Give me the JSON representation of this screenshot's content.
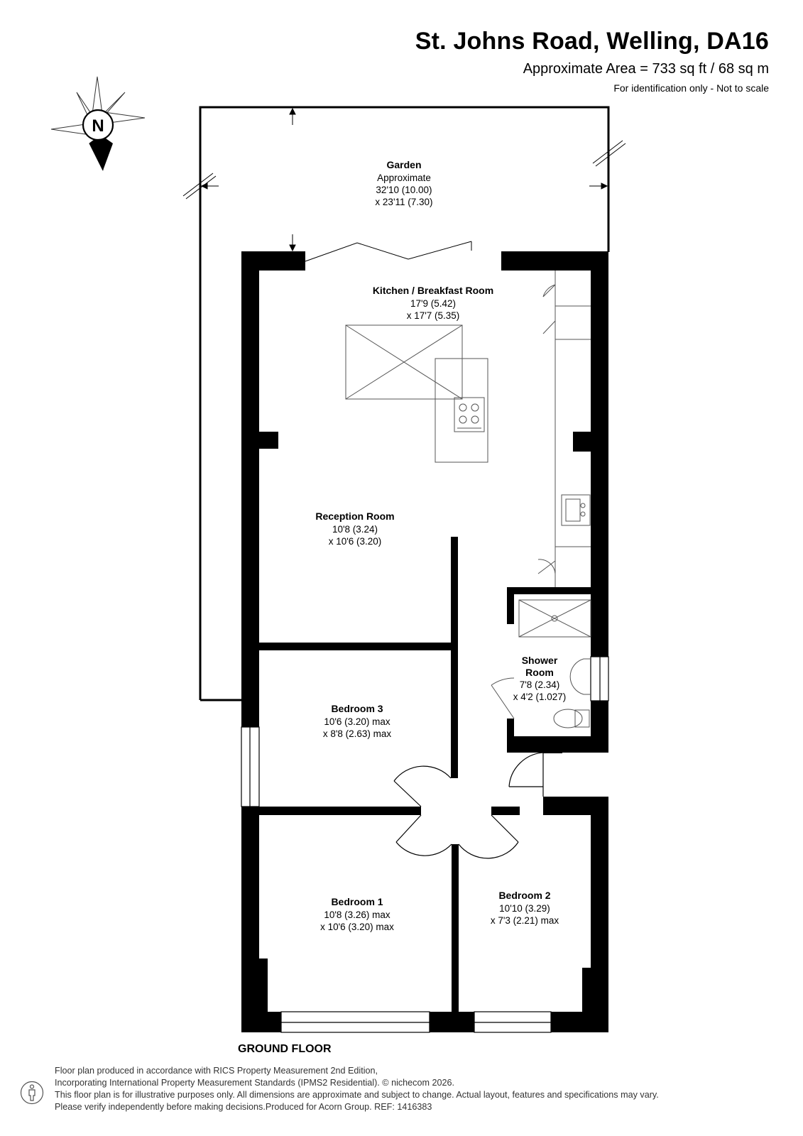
{
  "header": {
    "title": "St. Johns Road, Welling, DA16",
    "area": "Approximate Area = 733 sq ft / 68 sq m",
    "note": "For identification only - Not to scale"
  },
  "compass": {
    "letter": "N",
    "icon": "compass-north-icon"
  },
  "rooms": {
    "garden": {
      "name": "Garden",
      "dims": [
        "Approximate",
        "32'10 (10.00)",
        "x 23'11 (7.30)"
      ]
    },
    "kitchen": {
      "name": "Kitchen / Breakfast Room",
      "dims": [
        "17'9 (5.42)",
        "x 17'7 (5.35)"
      ]
    },
    "reception": {
      "name": "Reception Room",
      "dims": [
        "10'8 (3.24)",
        "x 10'6 (3.20)"
      ]
    },
    "shower": {
      "name": [
        "Shower",
        "Room"
      ],
      "dims": [
        "7'8 (2.34)",
        "x 4'2 (1.027)"
      ]
    },
    "bedroom3": {
      "name": "Bedroom 3",
      "dims": [
        "10'6 (3.20) max",
        "x 8'8 (2.63) max"
      ]
    },
    "bedroom1": {
      "name": "Bedroom 1",
      "dims": [
        "10'8 (3.26) max",
        "x 10'6 (3.20) max"
      ]
    },
    "bedroom2": {
      "name": "Bedroom 2",
      "dims": [
        "10'10 (3.29)",
        "x 7'3 (2.21) max"
      ]
    }
  },
  "floor_label": "GROUND FLOOR",
  "footer": {
    "lines": [
      "Floor plan produced in accordance with RICS Property Measurement 2nd Edition,",
      "Incorporating International Property Measurement Standards (IPMS2 Residential).   © nichecom 2026.",
      "This floor plan is for illustrative purposes only. All dimensions are approximate and subject to change. Actual layout, features and specifications may vary.",
      "Please verify independently before making decisions.Produced for Acorn Group.   REF:  1416383"
    ]
  },
  "colors": {
    "wall": "#000000",
    "fixture": "#555555",
    "text": "#000000"
  }
}
